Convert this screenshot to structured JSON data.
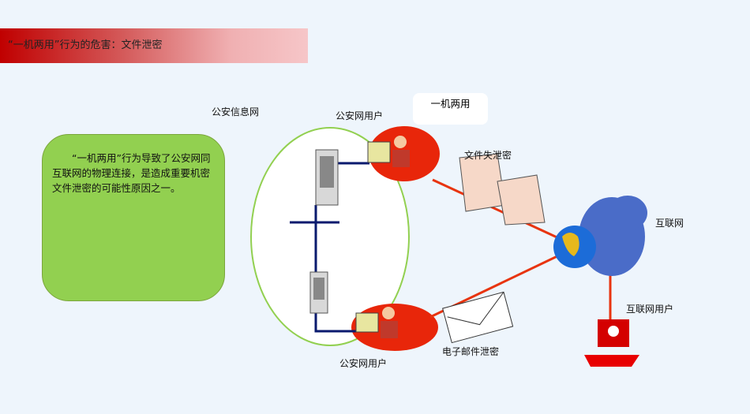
{
  "title": "“一机两用”行为的危害：文件泄密",
  "note": "“一机两用”行为导致了公安网同互联网的物理连接，是造成重要机密文件泄密的可能性原因之一。",
  "labels": {
    "police_net": "公安信息网",
    "police_user_top": "公安网用户",
    "police_user_bottom": "公安网用户",
    "callout": "一机两用",
    "file_leak": "文件失泄密",
    "internet": "互联网",
    "internet_user": "互联网用户",
    "email_leak": "电子邮件泄密"
  },
  "colors": {
    "title_start": "#c00000",
    "note_bg": "#92d050",
    "link_red": "#e8340f",
    "lan_blue": "#0a1a6e"
  }
}
